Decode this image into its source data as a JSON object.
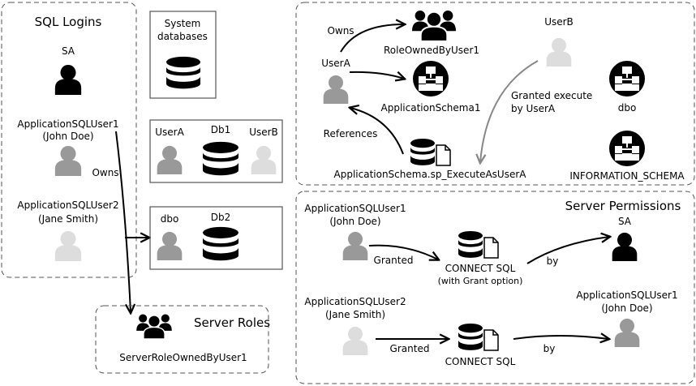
{
  "colors": {
    "owner": "#000000",
    "user_active": "#999999",
    "user_inactive": "#dddddd",
    "arrow": "#000000",
    "arrow_grant": "#888888"
  },
  "sql_logins": {
    "title": "SQL Logins",
    "sa": "SA",
    "user1_name": "ApplicationSQLUser1",
    "user1_person": "(John Doe)",
    "user2_name": "ApplicationSQLUser2",
    "user2_person": "(Jane Smith)",
    "owns_label": "Owns"
  },
  "system_databases": {
    "line1": "System",
    "line2": "databases"
  },
  "db1": {
    "user_a": "UserA",
    "name": "Db1",
    "user_b": "UserB"
  },
  "db2": {
    "user": "dbo",
    "name": "Db2"
  },
  "server_roles": {
    "title": "Server Roles",
    "role": "ServerRoleOwnedByUser1"
  },
  "db_detail": {
    "user_a": "UserA",
    "owns_label": "Owns",
    "role": "RoleOwnedByUser1",
    "schema": "ApplicationSchema1",
    "references_label": "References",
    "procedure": "ApplicationSchema.sp_ExecuteAsUserA",
    "user_b": "UserB",
    "granted_line1": "Granted execute",
    "granted_line2": "by UserA",
    "dbo_schema": "dbo",
    "info_schema": "INFORMATION_SCHEMA"
  },
  "server_permissions": {
    "title": "Server Permissions",
    "grantee1_name": "ApplicationSQLUser1",
    "grantee1_person": "(John Doe)",
    "granted1": "Granted",
    "perm1_line1": "CONNECT SQL",
    "perm1_line2": "(with Grant option)",
    "by1": "by",
    "grantor1": "SA",
    "grantee2_name": "ApplicationSQLUser2",
    "grantee2_person": "(Jane Smith)",
    "granted2": "Granted",
    "perm2": "CONNECT SQL",
    "by2": "by",
    "grantor2_name": "ApplicationSQLUser1",
    "grantor2_person": "(John Doe)"
  }
}
